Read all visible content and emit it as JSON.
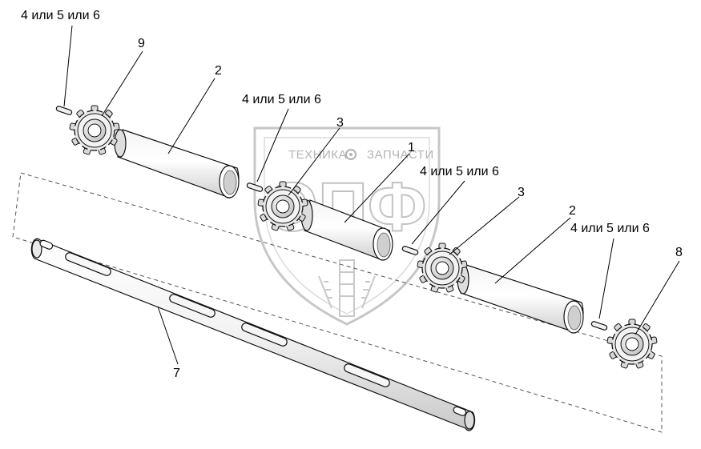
{
  "watermark": {
    "line1_left": "ТЕХНИКА",
    "line1_right": "ЗАПЧАСТИ",
    "letters": "ЭПФ"
  },
  "callouts": [
    {
      "id": "pin-a",
      "text": "4 или 5 или 6"
    },
    {
      "id": "sprocket-9",
      "text": "9"
    },
    {
      "id": "tube-2-left",
      "text": "2"
    },
    {
      "id": "pin-b",
      "text": "4 или 5 или 6"
    },
    {
      "id": "sprocket-3-left",
      "text": "3"
    },
    {
      "id": "tube-1",
      "text": "1"
    },
    {
      "id": "pin-c",
      "text": "4 или 5 или 6"
    },
    {
      "id": "sprocket-3-right",
      "text": "3"
    },
    {
      "id": "tube-2-right",
      "text": "2"
    },
    {
      "id": "pin-d",
      "text": "4 или 5 или 6"
    },
    {
      "id": "sprocket-8",
      "text": "8"
    },
    {
      "id": "shaft-7",
      "text": "7"
    }
  ]
}
